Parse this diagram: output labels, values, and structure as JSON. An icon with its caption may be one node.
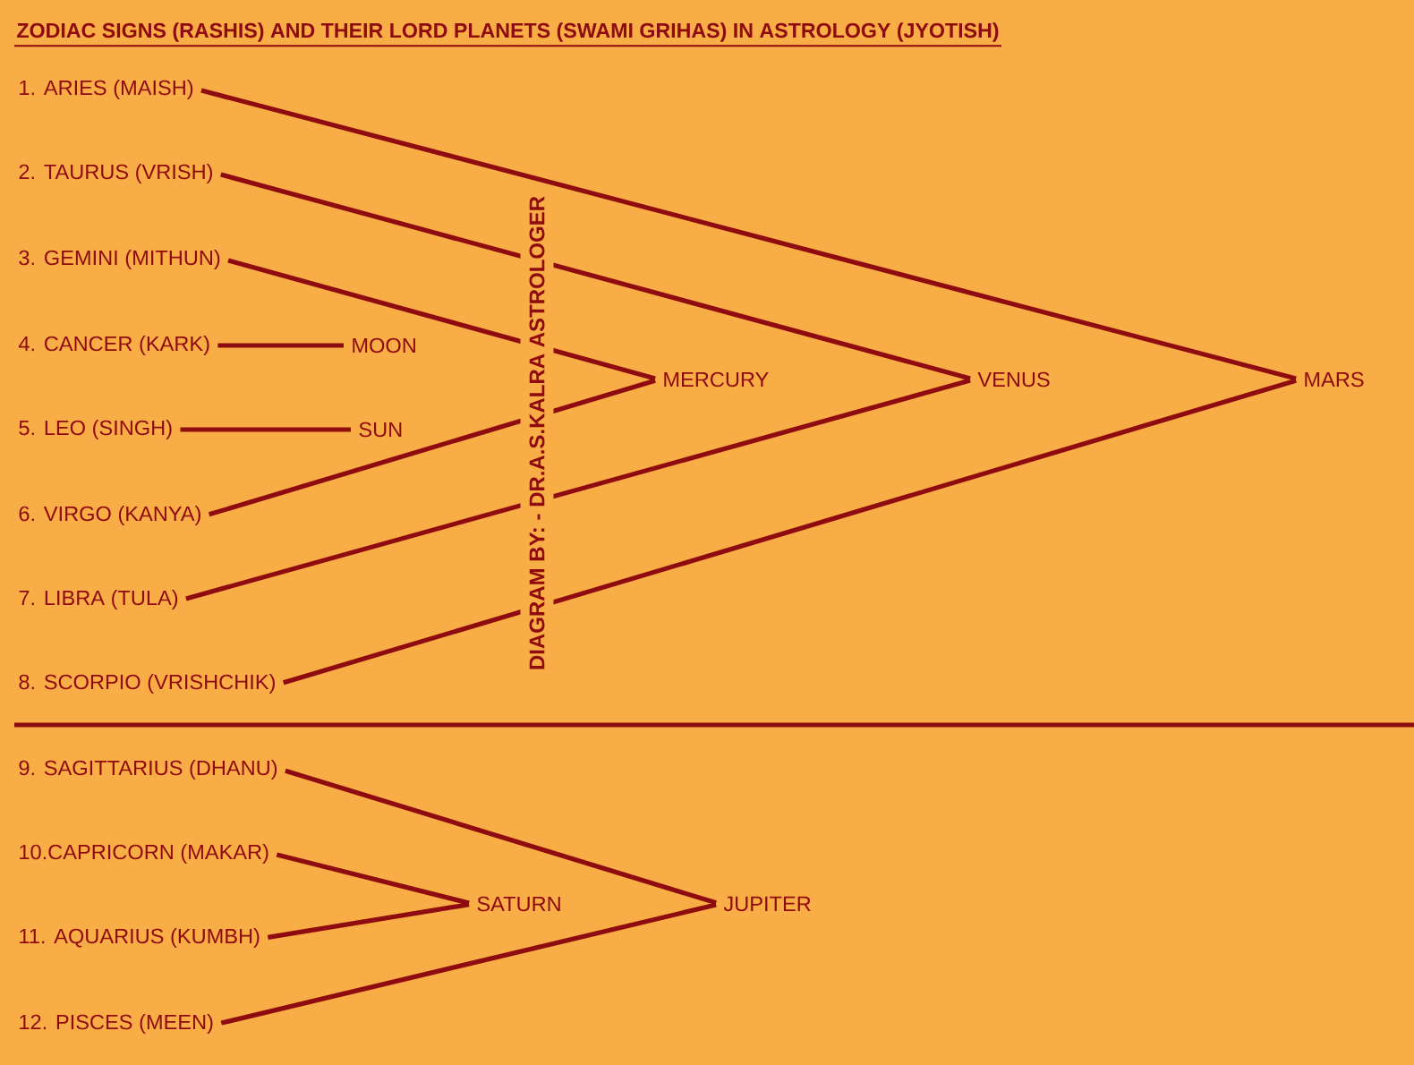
{
  "diagram": {
    "title": "ZODIAC SIGNS (RASHIS) AND THEIR LORD PLANETS (SWAMI GRIHAS) IN ASTROLOGY (JYOTISH)",
    "nodes": [
      {
        "text": [
          "1. ARIES (MAISH)"
        ]
      },
      {
        "text": [
          "2. TAURUS (VRISH)"
        ]
      },
      {
        "text": [
          "3. GEMINI (MITHUN)"
        ]
      },
      {
        "text": [
          "4. CANCER (KARK)"
        ]
      },
      {
        "text": [
          "5. LEO (SINGH)"
        ]
      },
      {
        "text": [
          "6. VIRGO (KANYA)"
        ]
      },
      {
        "text": [
          "7. LIBRA (TULA)"
        ]
      },
      {
        "text": [
          "8. SCORPIO (VRISHCHIK)"
        ]
      },
      {
        "text": [
          "9. SAGITTARIUS (DHANU)"
        ]
      },
      {
        "text": [
          "10.CAPRICORN (MAKAR)"
        ]
      },
      {
        "text": [
          "11. AQUARIUS (KUMBH)"
        ]
      },
      {
        "text": [
          "12. PISCES (MEEN)"
        ]
      },
      {
        "text": [
          "MOON"
        ]
      },
      {
        "text": [
          "SUN"
        ]
      },
      {
        "text": [
          "MERCURY"
        ]
      },
      {
        "text": [
          "VENUS"
        ]
      },
      {
        "text": [
          "MARS"
        ]
      },
      {
        "text": [
          "SATURN"
        ]
      },
      {
        "text": [
          "JUPITER"
        ]
      }
    ],
    "edges": [
      {
        "from": 0,
        "to": 16,
        "arrow": "none"
      },
      {
        "from": 1,
        "to": 15,
        "arrow": "none"
      },
      {
        "from": 2,
        "to": 14,
        "arrow": "none"
      },
      {
        "from": 3,
        "to": 12,
        "arrow": "none"
      },
      {
        "from": 4,
        "to": 13,
        "arrow": "none"
      },
      {
        "from": 5,
        "to": 14,
        "arrow": "none"
      },
      {
        "from": 6,
        "to": 15,
        "arrow": "none"
      },
      {
        "from": 7,
        "to": 16,
        "arrow": "none"
      },
      {
        "from": 8,
        "to": 18,
        "arrow": "none"
      },
      {
        "from": 9,
        "to": 17,
        "arrow": "none"
      },
      {
        "from": 10,
        "to": 17,
        "arrow": "none"
      },
      {
        "from": 11,
        "to": 18,
        "arrow": "none"
      }
    ],
    "labels": [
      "DIAGRAM BY: - DR.A.S.KALRA ASTROLOGER"
    ]
  }
}
